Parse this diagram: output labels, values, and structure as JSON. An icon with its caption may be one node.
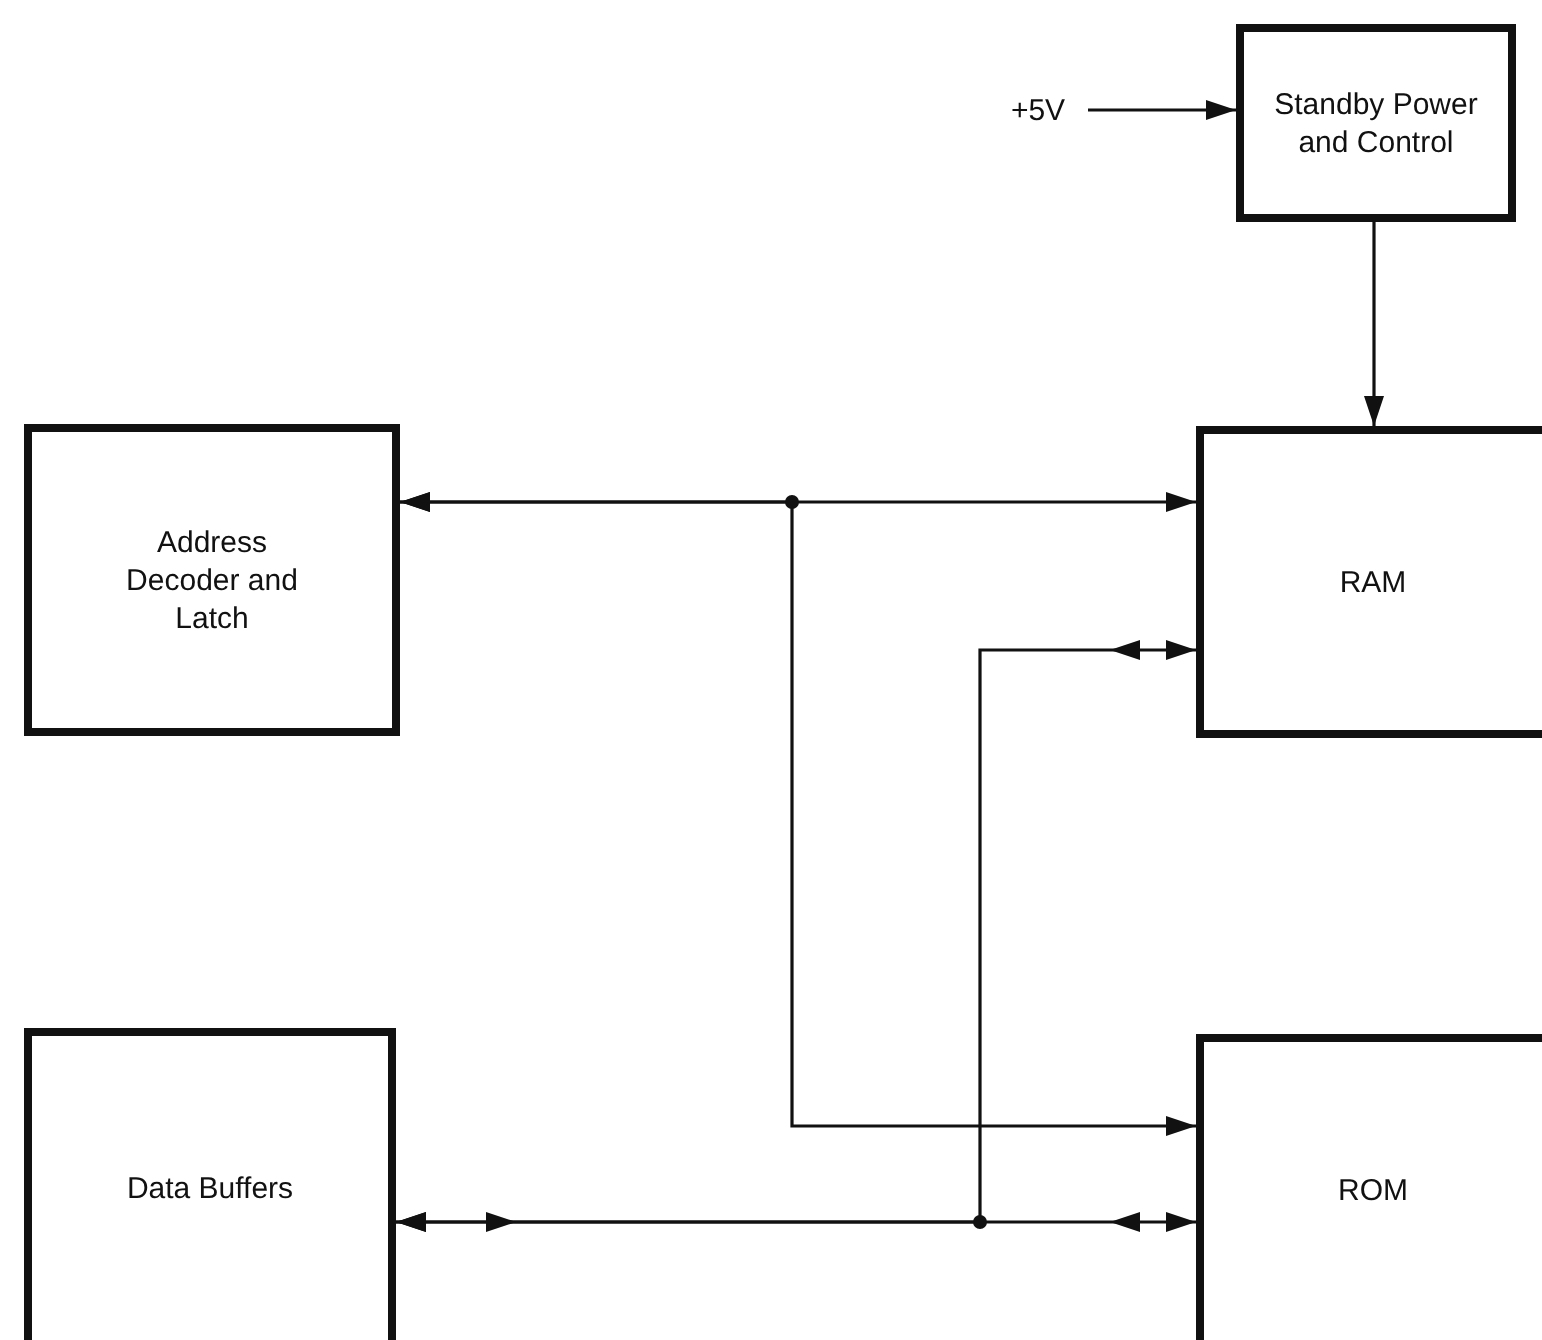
{
  "diagram": {
    "nodes": [
      {
        "text": [
          "+5V"
        ]
      },
      {
        "text": [
          "Standby Power and Control"
        ]
      },
      {
        "text": [
          "Address Decoder and Latch"
        ]
      },
      {
        "text": [
          "RAM"
        ]
      },
      {
        "text": [
          "Data Buffers"
        ]
      },
      {
        "text": [
          "ROM"
        ]
      }
    ],
    "edges": [
      {
        "from": 0,
        "to": 1,
        "arrow": "to"
      },
      {
        "from": 1,
        "to": 3,
        "arrow": "to"
      },
      {
        "from": 2,
        "to": 3,
        "arrow": "both"
      },
      {
        "from": 2,
        "to": 5,
        "arrow": "both"
      },
      {
        "from": 4,
        "to": 3,
        "arrow": "both"
      },
      {
        "from": 4,
        "to": 5,
        "arrow": "both"
      }
    ]
  }
}
